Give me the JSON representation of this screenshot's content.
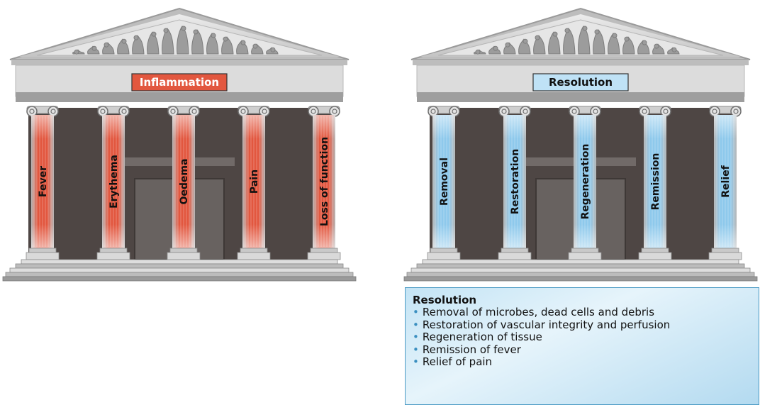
{
  "temples": [
    {
      "sign": "Inflammation",
      "columns": [
        "Fever",
        "Erythema",
        "Oedema",
        "Pain",
        "Loss of function"
      ],
      "column_color": "#e2573f",
      "sign_fill": "#e2573f",
      "sign_text_color": "#ffffff"
    },
    {
      "sign": "Resolution",
      "columns": [
        "Removal",
        "Restoration",
        "Regeneration",
        "Remission",
        "Relief"
      ],
      "column_color": "#8ec9ec",
      "sign_fill": "#bfe2f6",
      "sign_text_color": "#111111"
    }
  ],
  "legend": {
    "title": "Resolution",
    "items": [
      "Removal of microbes, dead cells and debris",
      "Restoration of vascular integrity and perfusion",
      "Regeneration of tissue",
      "Remission of fever",
      "Relief of pain"
    ]
  },
  "colors": {
    "stone": "#d6d6d6",
    "stone_dark": "#9a9a9a",
    "interior": "#4e4644",
    "door": "#686260"
  }
}
